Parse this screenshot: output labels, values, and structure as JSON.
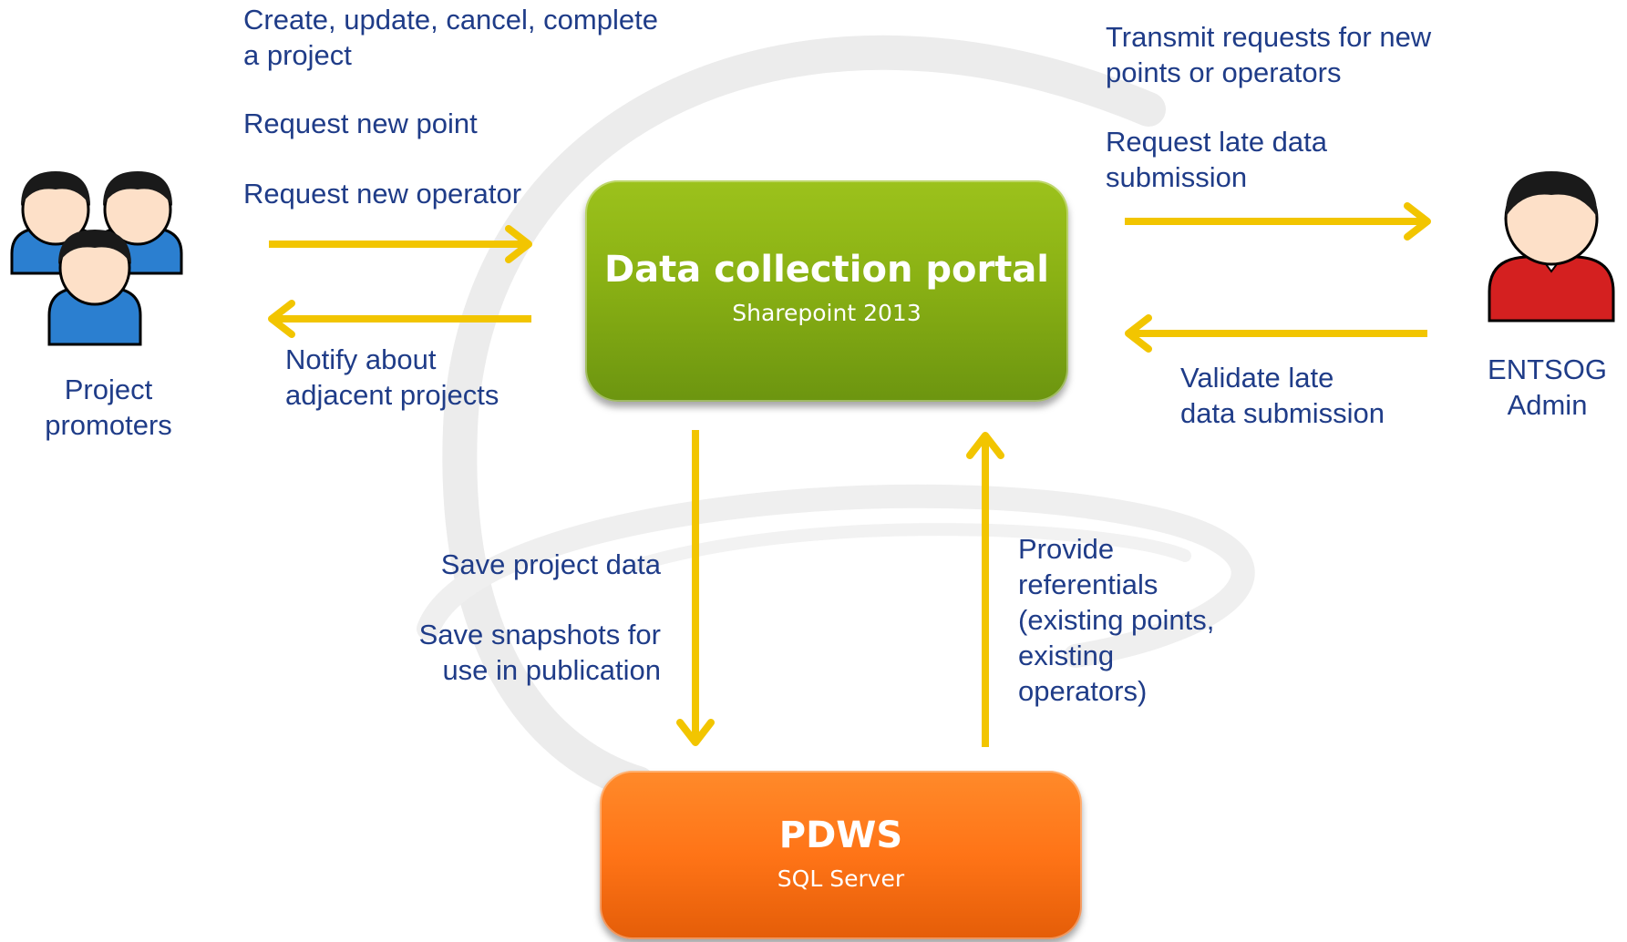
{
  "boxes": {
    "portal": {
      "title": "Data collection portal",
      "subtitle": "Sharepoint 2013",
      "color": "#8ab114"
    },
    "pdws": {
      "title": "PDWS",
      "subtitle": "SQL Server",
      "color": "#ff7417"
    }
  },
  "actors": {
    "promoters": {
      "label": "Project\npromoters",
      "shirt_color": "#2b7fd0"
    },
    "admin": {
      "label": "ENTSOG\nAdmin",
      "shirt_color": "#d42020"
    }
  },
  "labels": {
    "promoter_actions_1": "Create, update, cancel, complete\na project",
    "promoter_actions_2": "Request new point",
    "promoter_actions_3": "Request new operator",
    "notify": "Notify about\nadjacent projects",
    "transmit": "Transmit requests for new\npoints or operators",
    "request_late": "Request late data\nsubmission",
    "validate_late": "Validate late\ndata submission",
    "save_project": "Save project data",
    "save_snapshots": "Save snapshots for\nuse in publication",
    "referentials": "Provide\nreferentials\n(existing points,\nexisting\noperators)"
  },
  "style": {
    "text_color": "#1f3c88",
    "arrow_color": "#f2c500"
  }
}
